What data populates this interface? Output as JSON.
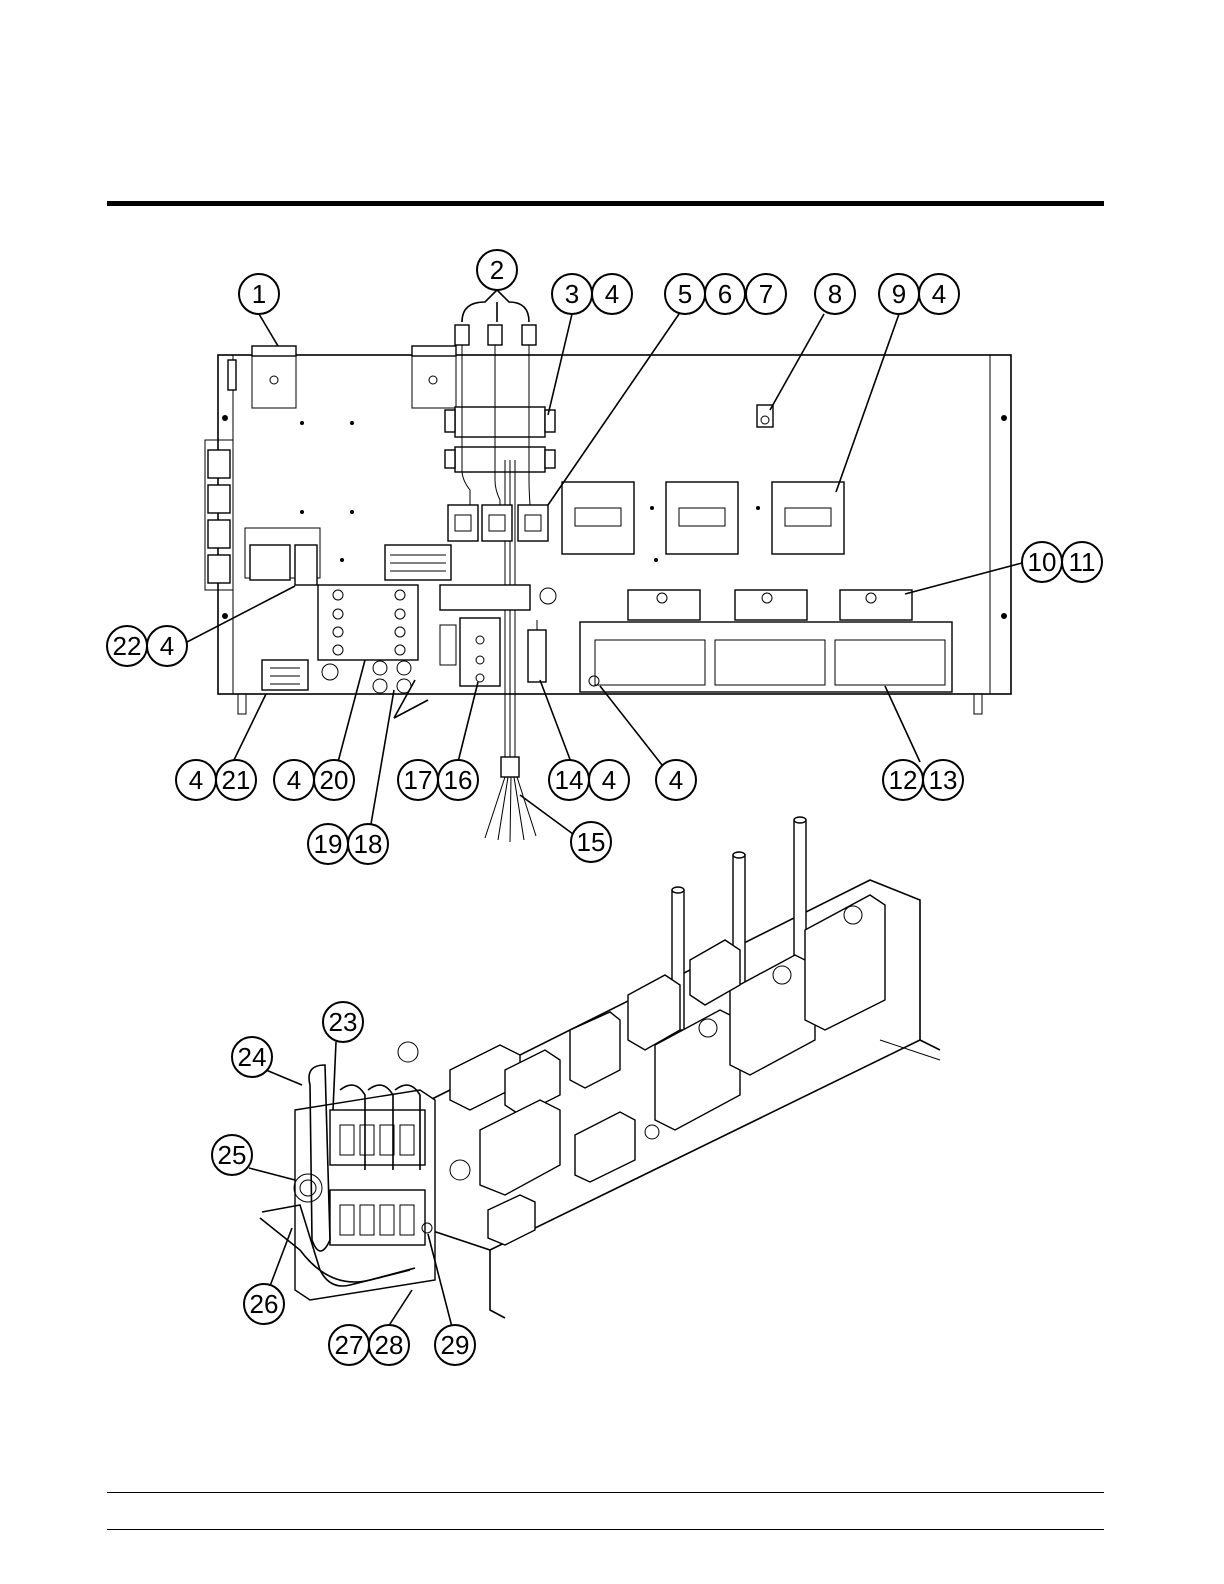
{
  "callouts_top": [
    {
      "id": "c1",
      "label": "1"
    },
    {
      "id": "c2",
      "label": "2"
    },
    {
      "id": "c3",
      "label": "3"
    },
    {
      "id": "c4a",
      "label": "4"
    },
    {
      "id": "c5",
      "label": "5"
    },
    {
      "id": "c6",
      "label": "6"
    },
    {
      "id": "c7",
      "label": "7"
    },
    {
      "id": "c8",
      "label": "8"
    },
    {
      "id": "c9",
      "label": "9"
    },
    {
      "id": "c4b",
      "label": "4"
    },
    {
      "id": "c10",
      "label": "10"
    },
    {
      "id": "c11",
      "label": "11"
    },
    {
      "id": "c22",
      "label": "22"
    },
    {
      "id": "c4c",
      "label": "4"
    },
    {
      "id": "c4d",
      "label": "4"
    },
    {
      "id": "c21",
      "label": "21"
    },
    {
      "id": "c4e",
      "label": "4"
    },
    {
      "id": "c20",
      "label": "20"
    },
    {
      "id": "c17",
      "label": "17"
    },
    {
      "id": "c16",
      "label": "16"
    },
    {
      "id": "c14",
      "label": "14"
    },
    {
      "id": "c4f",
      "label": "4"
    },
    {
      "id": "c4g",
      "label": "4"
    },
    {
      "id": "c12",
      "label": "12"
    },
    {
      "id": "c13",
      "label": "13"
    },
    {
      "id": "c19",
      "label": "19"
    },
    {
      "id": "c18",
      "label": "18"
    },
    {
      "id": "c15",
      "label": "15"
    }
  ],
  "callouts_bottom": [
    {
      "id": "c23",
      "label": "23"
    },
    {
      "id": "c24",
      "label": "24"
    },
    {
      "id": "c25",
      "label": "25"
    },
    {
      "id": "c26",
      "label": "26"
    },
    {
      "id": "c27",
      "label": "27"
    },
    {
      "id": "c28",
      "label": "28"
    },
    {
      "id": "c29",
      "label": "29"
    }
  ]
}
